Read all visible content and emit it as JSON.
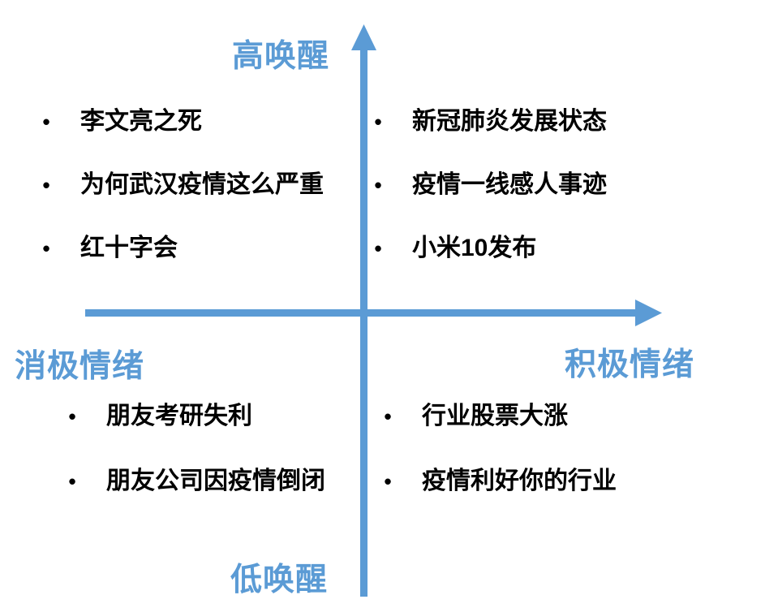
{
  "diagram": {
    "type": "quadrant",
    "bullet": "•",
    "colors": {
      "axis": "#5B9BD5",
      "axis_label": "#5B9BD5",
      "item_text": "#000000",
      "background": "#FFFFFF"
    },
    "axes": {
      "top_label": "高唤醒",
      "bottom_label": "低唤醒",
      "left_label": "消极情绪",
      "right_label": "积极情绪"
    },
    "quadrants": {
      "top_left": {
        "items": [
          "李文亮之死",
          "为何武汉疫情这么严重",
          "红十字会"
        ]
      },
      "top_right": {
        "items": [
          "新冠肺炎发展状态",
          "疫情一线感人事迹",
          "小米10发布"
        ]
      },
      "bottom_left": {
        "items": [
          "朋友考研失利",
          "朋友公司因疫情倒闭"
        ]
      },
      "bottom_right": {
        "items": [
          "行业股票大涨",
          "疫情利好你的行业"
        ]
      }
    }
  }
}
